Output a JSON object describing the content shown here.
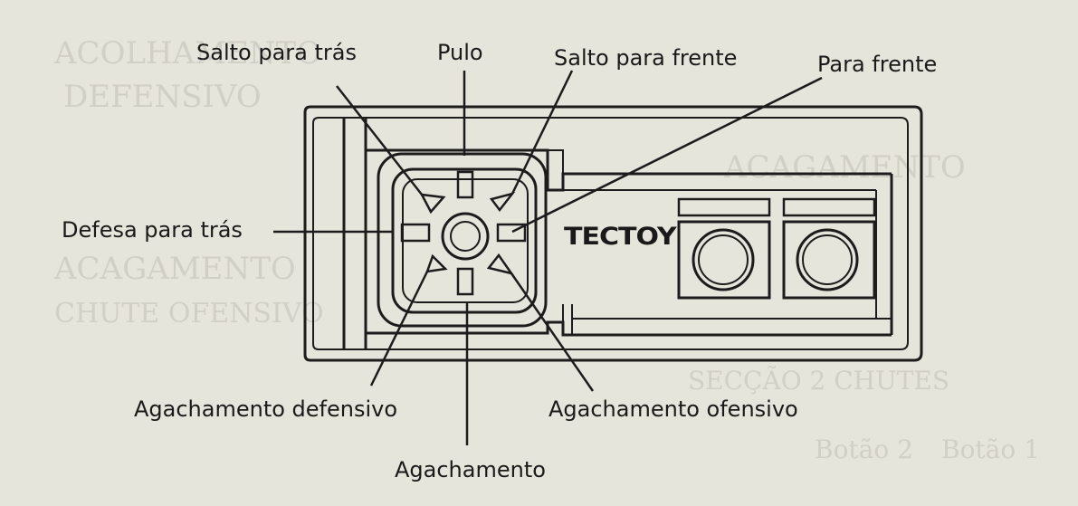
{
  "labels": {
    "salto_para_tras": "Salto para trás",
    "pulo": "Pulo",
    "salto_para_frente": "Salto para frente",
    "para_frente": "Para frente",
    "defesa_para_tras": "Defesa para trás",
    "agachamento_defensivo": "Agachamento defensivo",
    "agachamento_ofensivo": "Agachamento ofensivo",
    "agachamento": "Agachamento"
  },
  "controller": {
    "logo": "TECTOY"
  },
  "colors": {
    "paper": "#e6e5db",
    "ink": "#1c1c1c",
    "ghost_text": "#cfcec4"
  }
}
